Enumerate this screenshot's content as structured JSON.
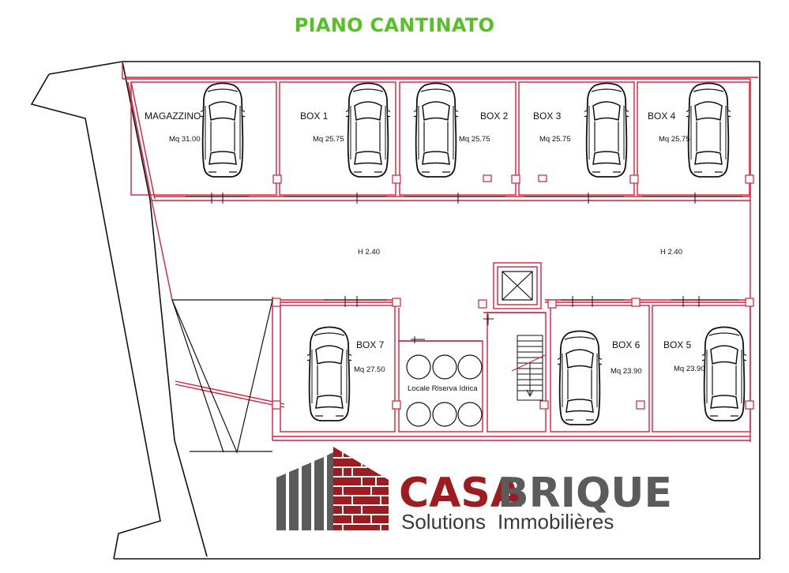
{
  "title": "PIANO CANTINATO",
  "rooms": {
    "magazzino": {
      "name": "MAGAZZINO",
      "area": "Mq 31.00"
    },
    "box1": {
      "name": "BOX 1",
      "area": "Mq 25.75"
    },
    "box2": {
      "name": "BOX 2",
      "area": "Mq 25.75"
    },
    "box3": {
      "name": "BOX 3",
      "area": "Mq 25.75"
    },
    "box4": {
      "name": "BOX 4",
      "area": "Mq 25.75"
    },
    "box5": {
      "name": "BOX 5",
      "area": "Mq 23.90"
    },
    "box6": {
      "name": "BOX 6",
      "area": "Mq 23.90"
    },
    "box7": {
      "name": "BOX 7",
      "area": "Mq 27.50"
    },
    "locale": {
      "name": "Locale Riserva Idrica"
    }
  },
  "corridor": {
    "height_left": "H 2.40",
    "height_right": "H 2.40"
  },
  "logo": {
    "brand_first": "CASA",
    "brand_second": "BRIQUE",
    "tag_first": "Solutions",
    "tag_second": "Immobilières"
  },
  "colors": {
    "title": "#55c224",
    "walls": "#d81e3a",
    "brand_red": "#9e1b1f",
    "brand_gray": "#5b5b5b"
  }
}
